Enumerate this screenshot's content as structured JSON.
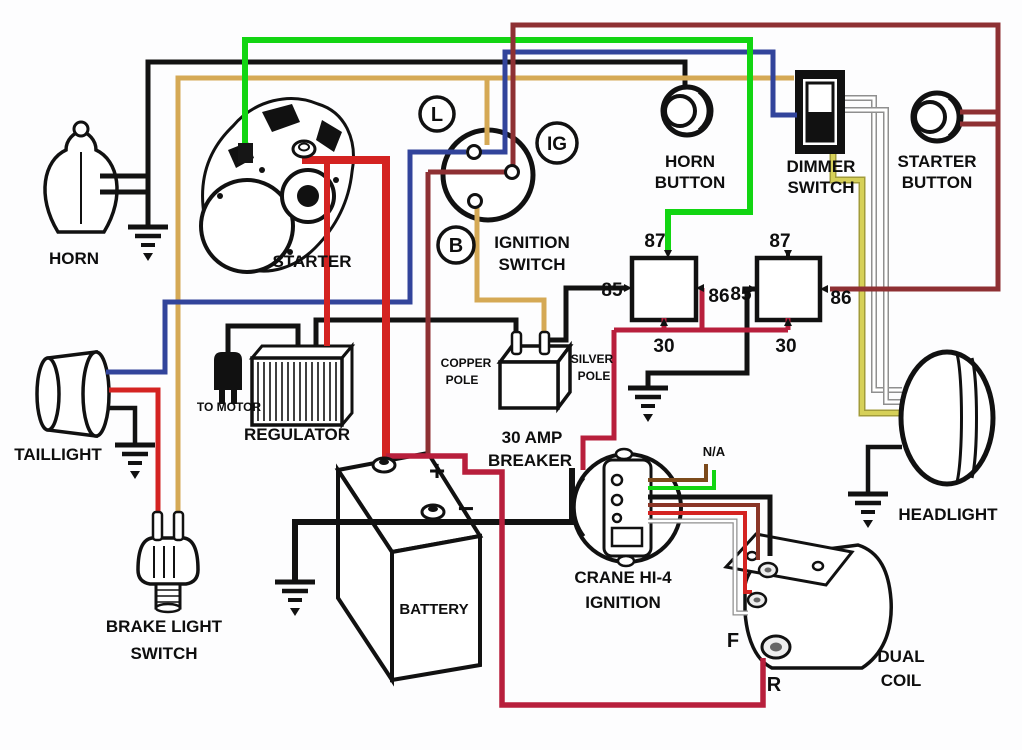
{
  "diagram_type": "motorcycle-wiring-diagram",
  "labels": {
    "horn": "HORN",
    "starter": "STARTER",
    "ignition_switch_line1": "IGNITION",
    "ignition_switch_line2": "SWITCH",
    "terminal_l": "L",
    "terminal_ig": "IG",
    "terminal_b": "B",
    "horn_button_line1": "HORN",
    "horn_button_line2": "BUTTON",
    "dimmer_line1": "DIMMER",
    "dimmer_line2": "SWITCH",
    "starter_button_line1": "STARTER",
    "starter_button_line2": "BUTTON",
    "relay1_87": "87",
    "relay1_85": "85",
    "relay1_86": "86",
    "relay1_30": "30",
    "relay2_87": "87",
    "relay2_85": "85",
    "relay2_86": "86",
    "relay2_30": "30",
    "copper_line1": "COPPER",
    "copper_line2": "POLE",
    "silver_line1": "SILVER",
    "silver_line2": "POLE",
    "breaker_line1": "30 AMP",
    "breaker_line2": "BREAKER",
    "to_motor": "TO MOTOR",
    "regulator": "REGULATOR",
    "taillight": "TAILLIGHT",
    "brake_line1": "BRAKE LIGHT",
    "brake_line2": "SWITCH",
    "battery": "BATTERY",
    "battery_plus": "+",
    "battery_minus": "−",
    "crane_line1": "CRANE HI-4",
    "crane_line2": "IGNITION",
    "crane_na": "N/A",
    "coil_f": "F",
    "coil_r": "R",
    "coil_line1": "DUAL",
    "coil_line2": "COIL",
    "headlight": "HEADLIGHT"
  },
  "wire_colors": {
    "black": "#121212",
    "green": "#12d512",
    "tan": "#d5a955",
    "blue": "#32449b",
    "maroon": "#8e3033",
    "crimson": "#b81f3c",
    "red": "#d42321",
    "dark_red": "#8a3526",
    "brown": "#7c4a1b",
    "yellow": "#d6d058",
    "yellow_edge": "#a29c3a",
    "white": "#ffffff",
    "white_edge": "#8f8f8f"
  }
}
